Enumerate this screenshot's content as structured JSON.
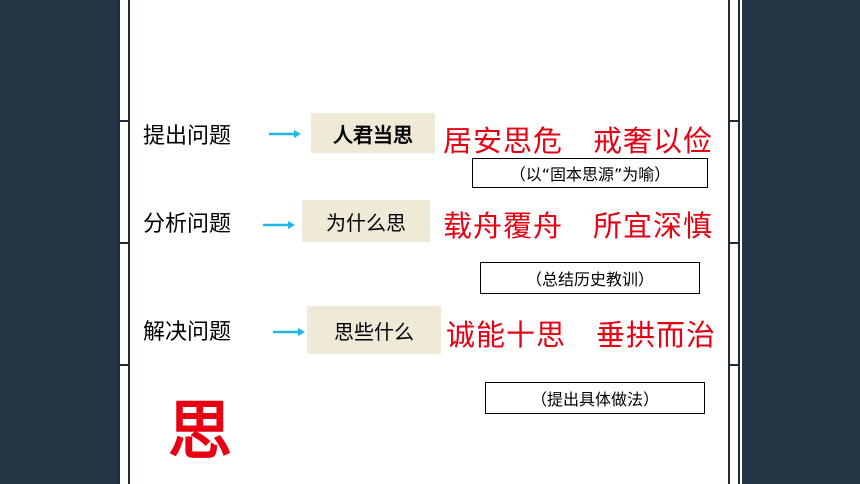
{
  "rows": [
    {
      "label": "提出问题",
      "box": "人君当思",
      "main": "居安思危　戒奢以俭",
      "note": "（以“固本思源”为喻）"
    },
    {
      "label": "分析问题",
      "box": "为什么思",
      "main": "载舟覆舟　所宜深慎",
      "note": "（总结历史教训）"
    },
    {
      "label": "解决问题",
      "box": "思些什么",
      "main": "诚能十思　垂拱而治",
      "note": "（提出具体做法）"
    }
  ],
  "big_char": "思",
  "colors": {
    "background": "#253545",
    "accent": "#e60012",
    "box": "#efe9d8",
    "arrow": "#1fb8e6"
  }
}
